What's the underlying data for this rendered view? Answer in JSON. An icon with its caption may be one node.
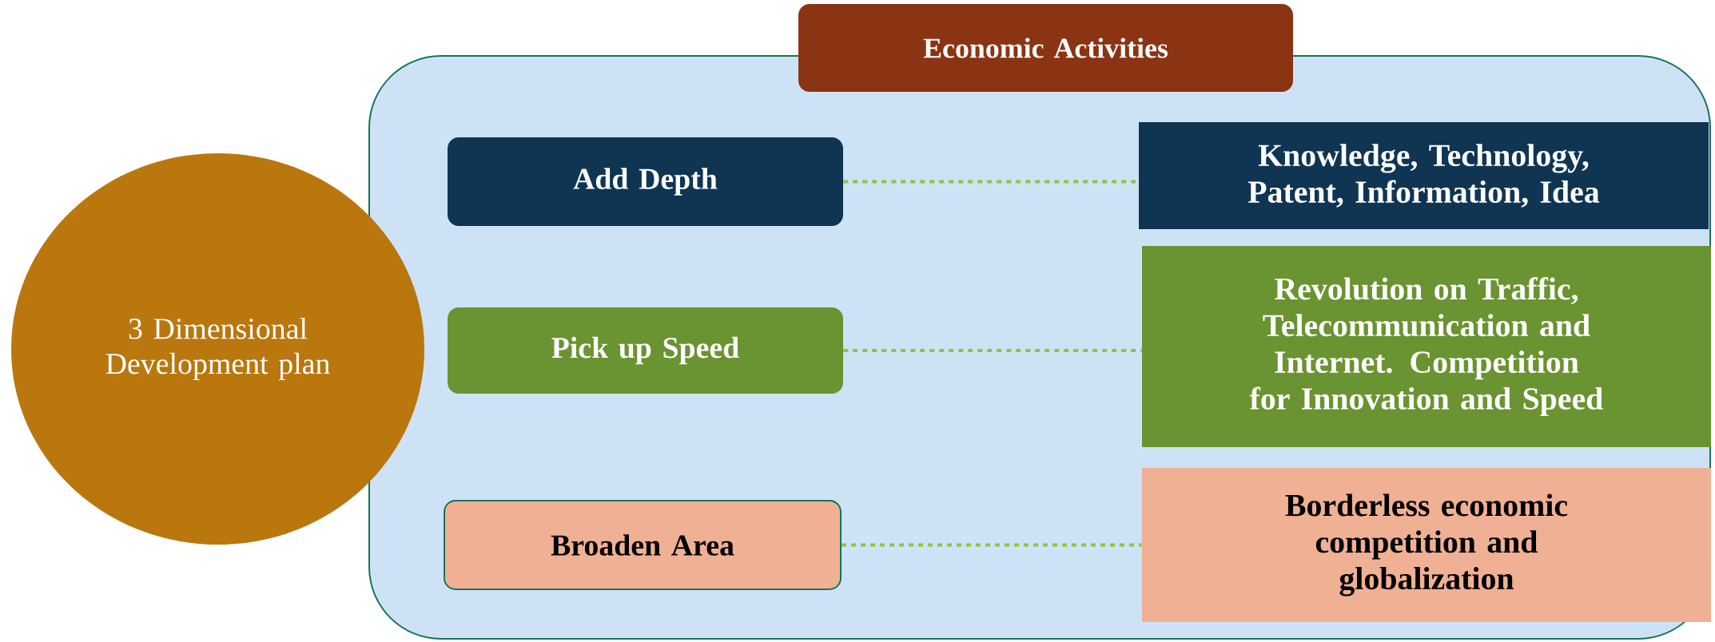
{
  "diagram": {
    "nodes": [
      {
        "text": [
          "3 Dimensional Development plan"
        ]
      },
      {
        "text": [],
        "shape": "box"
      },
      {
        "text": [
          "Economic Activities"
        ]
      },
      {
        "text": [
          "Add Depth"
        ],
        "in": 1
      },
      {
        "text": [
          "Knowledge, Technology, Patent, Information, Idea"
        ],
        "in": 1
      },
      {
        "text": [
          "Pick up Speed"
        ],
        "in": 1
      },
      {
        "text": [
          "Revolution on Traffic, Telecommunication and Internet. Competition for Innovation and Speed"
        ],
        "in": 1
      },
      {
        "text": [
          "Broaden Area"
        ],
        "in": 1
      },
      {
        "text": [
          "Borderless economic competition and globalization"
        ],
        "in": 1
      }
    ],
    "edges": [
      {
        "from": 3,
        "to": 4,
        "arrow": "none",
        "style": "dashed"
      },
      {
        "from": 5,
        "to": 6,
        "arrow": "none",
        "style": "dashed"
      },
      {
        "from": 7,
        "to": 8,
        "arrow": "none",
        "style": "dashed"
      }
    ]
  }
}
